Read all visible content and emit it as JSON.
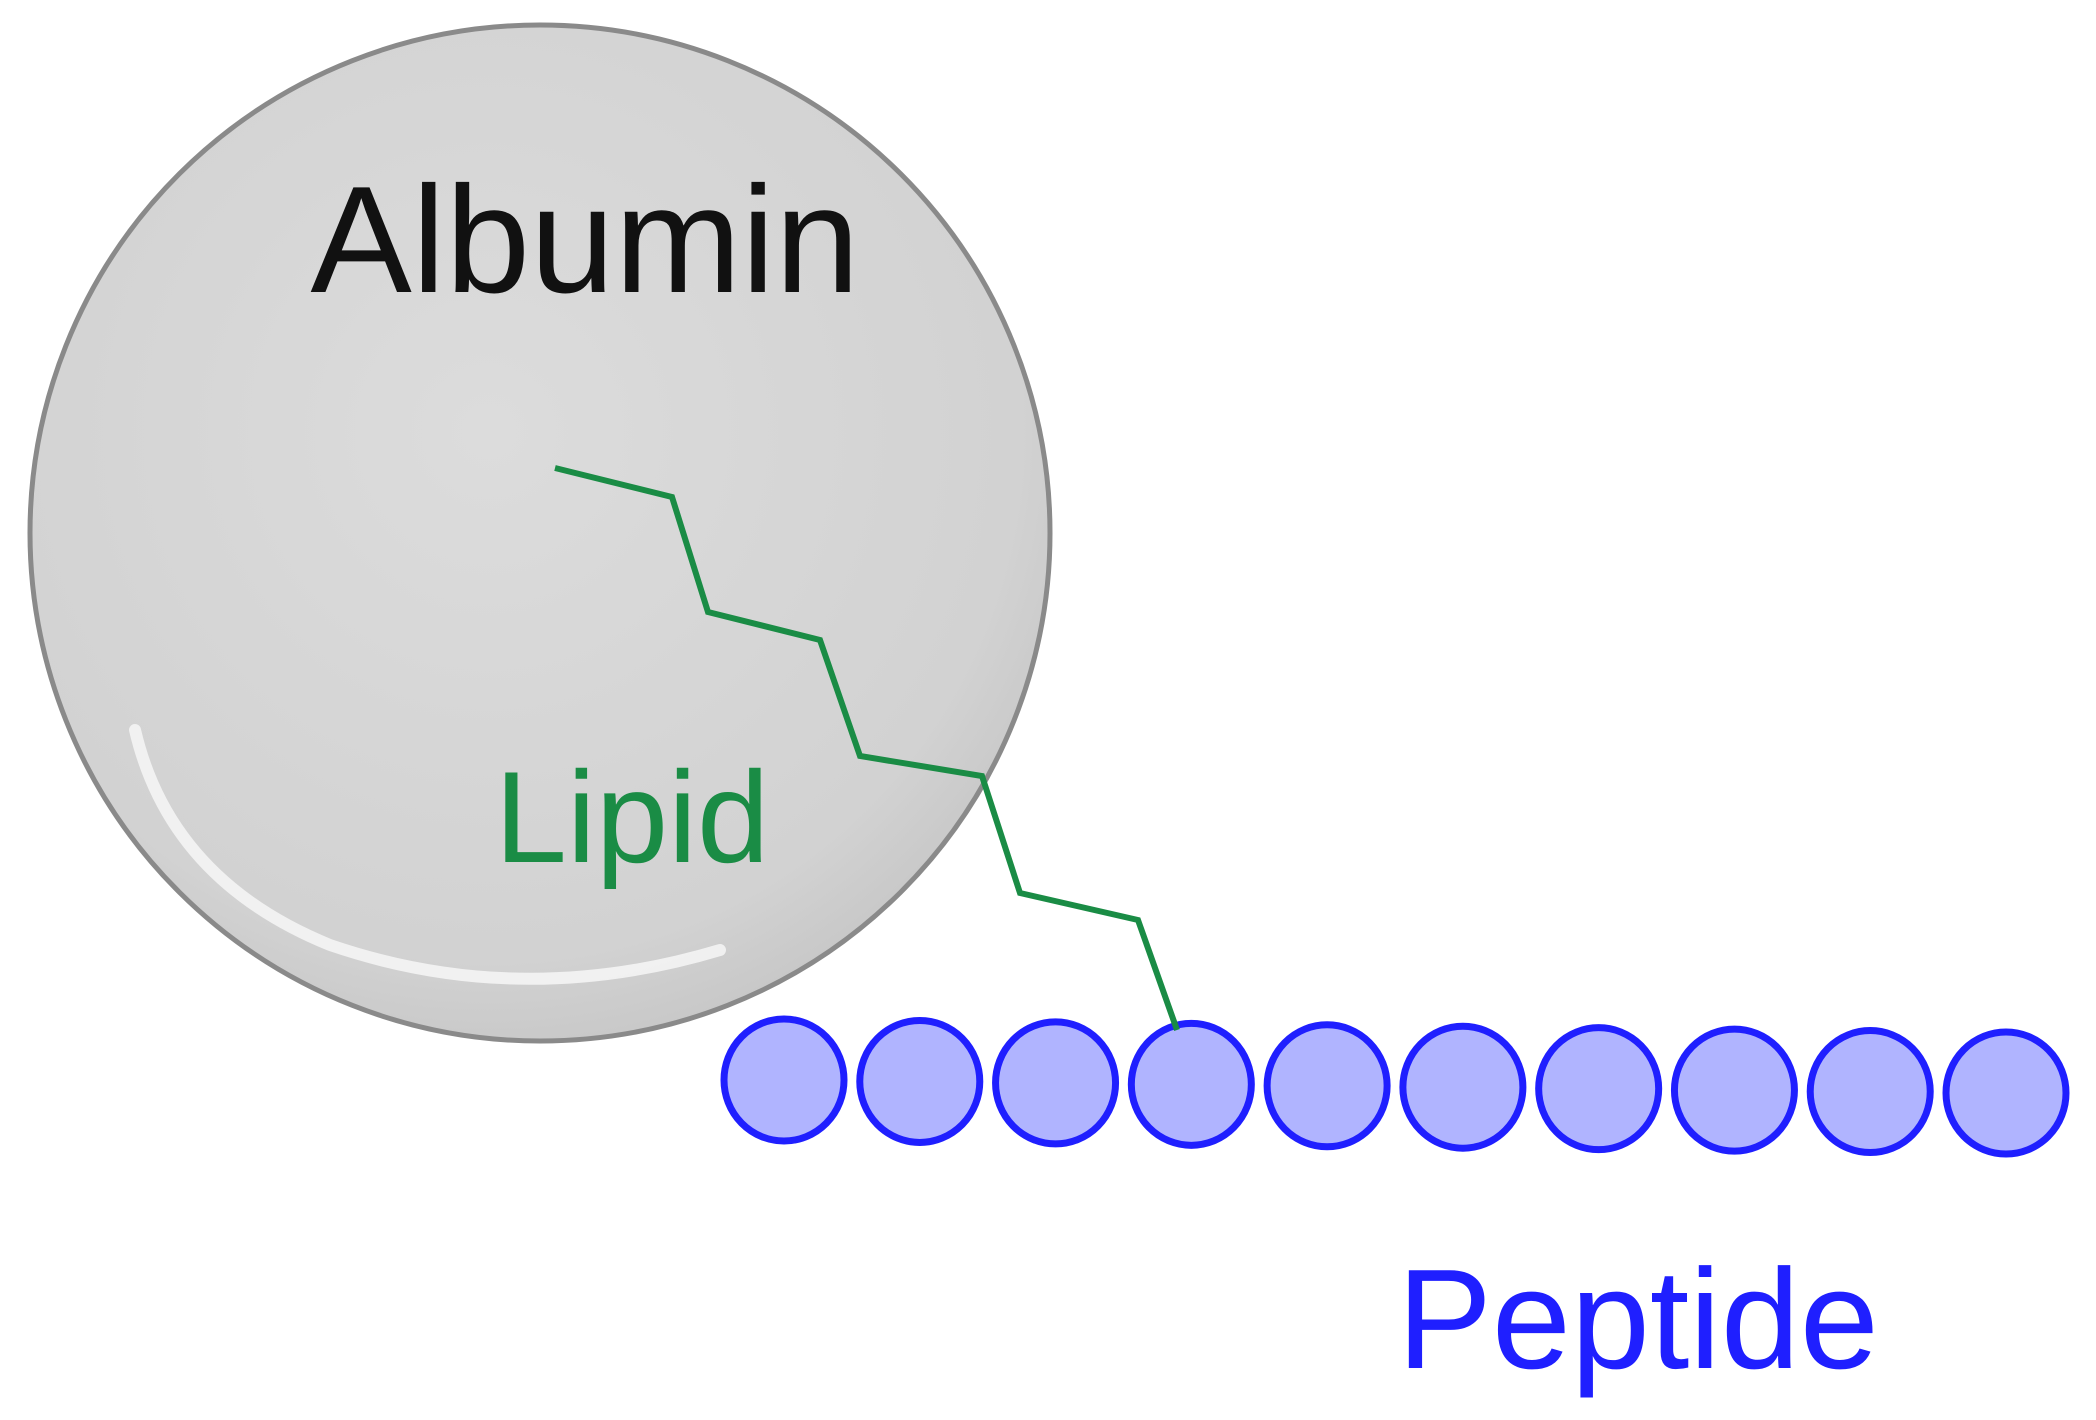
{
  "labels": {
    "albumin": "Albumin",
    "lipid": "Lipid",
    "peptide": "Peptide"
  },
  "colors": {
    "albumin_fill": "#d6d6d6",
    "albumin_stroke": "#8a8a8a",
    "albumin_text": "#111111",
    "lipid": "#1a8c45",
    "peptide_fill": "#b0b4ff",
    "peptide_stroke": "#1f1fff",
    "peptide_text": "#1f1fff"
  },
  "peptide": {
    "residue_count": 10
  }
}
